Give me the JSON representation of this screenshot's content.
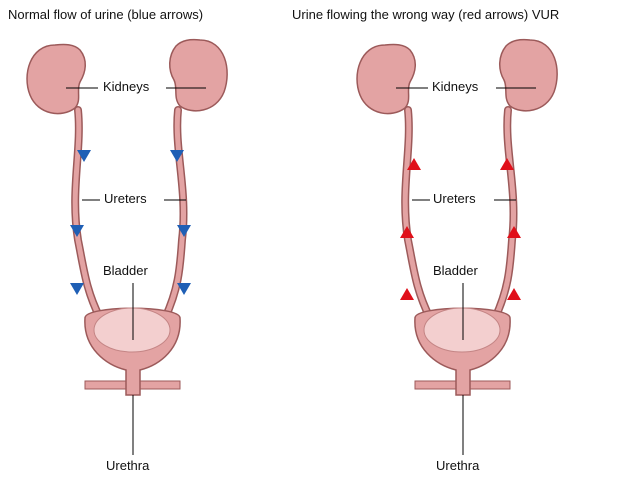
{
  "colors": {
    "organ_fill": "#e3a3a3",
    "organ_stroke": "#9c5a5a",
    "organ_light": "#f3cfcf",
    "normal_arrow": "#1f5fb5",
    "reflux_arrow": "#e0101a",
    "line": "#000000"
  },
  "panels": [
    {
      "title": "Normal flow of urine (blue arrows)",
      "arrow_direction": "down",
      "arrow_color_name": "blue",
      "labels": {
        "kidneys": "Kidneys",
        "ureters": "Ureters",
        "bladder": "Bladder",
        "urethra": "Urethra"
      }
    },
    {
      "title": "Urine flowing the wrong way (red arrows) VUR",
      "arrow_direction": "up",
      "arrow_color_name": "red",
      "labels": {
        "kidneys": "Kidneys",
        "ureters": "Ureters",
        "bladder": "Bladder",
        "urethra": "Urethra"
      }
    }
  ]
}
